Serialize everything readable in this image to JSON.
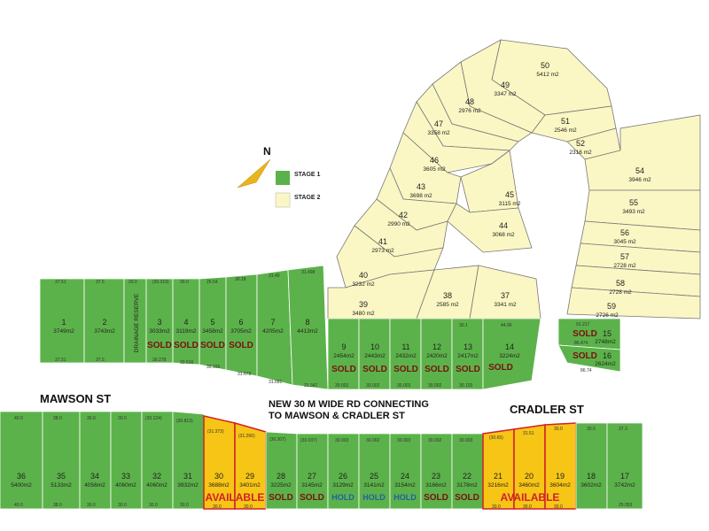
{
  "colors": {
    "stage1": "#5cb24a",
    "stage2": "#fbf7c4",
    "available": "#f7c515",
    "outline": "#666666",
    "available_outline": "#d0202a",
    "sold": "#7a1010",
    "hold": "#1f5fa8"
  },
  "streets": {
    "mawson": "MAWSON ST",
    "cradler": "CRADLER ST",
    "road_line1": "NEW 30 M WIDE RD CONNECTING",
    "road_line2": "TO MAWSON & CRADLER ST"
  },
  "legend": {
    "north": "N",
    "stage1": "STAGE 1",
    "stage2": "STAGE 2"
  },
  "labels": {
    "drainage": "DRAINAGE RESERVE",
    "sold": "SOLD",
    "hold": "HOLD",
    "available": "AVAILABLE"
  },
  "dims": {
    "a": "37.51",
    "b": "37.5",
    "c": "20.0",
    "d": "30.0",
    "e": "26.54",
    "f": "30.18",
    "g": "31.49",
    "h": "31.498",
    "i": "30.278",
    "j": "30.616",
    "k": "32.165",
    "l": "31.673",
    "m": "31.661",
    "n": "31.347",
    "o": "30.002",
    "p": "30.003",
    "q": "30.103",
    "r": "30.1",
    "s": "44.96",
    "t": "40.0",
    "u": "38.0",
    "v": "(30.124)",
    "w": "(30.813)",
    "x": "(31.373)",
    "y": "(31.266)",
    "z": "(30.307)",
    "aa": "(30.037)",
    "ab": "30.003",
    "ac": "30.002",
    "ad": "(30.65)",
    "ae": "31.51",
    "af": "37.3",
    "ag": "25.053",
    "ah": "(30.319)",
    "ai": "86.474",
    "aj": "86.74",
    "ak": "91.217"
  },
  "lots_top": [
    {
      "num": "1",
      "area": "3749m2",
      "status": ""
    },
    {
      "num": "2",
      "area": "3743m2",
      "status": ""
    },
    {
      "num": "3",
      "area": "3033m2",
      "status": "SOLD"
    },
    {
      "num": "4",
      "area": "3119m2",
      "status": "SOLD"
    },
    {
      "num": "5",
      "area": "3458m2",
      "status": "SOLD"
    },
    {
      "num": "6",
      "area": "3705m2",
      "status": "SOLD"
    },
    {
      "num": "7",
      "area": "4205m2",
      "status": ""
    },
    {
      "num": "8",
      "area": "4413m2",
      "status": ""
    },
    {
      "num": "9",
      "area": "2454m2",
      "status": "SOLD"
    },
    {
      "num": "10",
      "area": "2443m2",
      "status": "SOLD"
    },
    {
      "num": "11",
      "area": "2432m2",
      "status": "SOLD"
    },
    {
      "num": "12",
      "area": "2420m2",
      "status": "SOLD"
    },
    {
      "num": "13",
      "area": "2417m2",
      "status": "SOLD"
    },
    {
      "num": "14",
      "area": "3224m2",
      "status": "SOLD"
    },
    {
      "num": "15",
      "area": "2748m2",
      "status": "SOLD"
    },
    {
      "num": "16",
      "area": "2624m2",
      "status": "SOLD"
    }
  ],
  "lots_stage2": [
    {
      "num": "37",
      "area": "3341 m2"
    },
    {
      "num": "38",
      "area": "2585 m2"
    },
    {
      "num": "39",
      "area": "3480 m2"
    },
    {
      "num": "40",
      "area": "3232 m2"
    },
    {
      "num": "41",
      "area": "2973 m2"
    },
    {
      "num": "42",
      "area": "2990 m2"
    },
    {
      "num": "43",
      "area": "3698 m2"
    },
    {
      "num": "44",
      "area": "3068 m2"
    },
    {
      "num": "45",
      "area": "3115 m2"
    },
    {
      "num": "46",
      "area": "3605 m2"
    },
    {
      "num": "47",
      "area": "3358 m2"
    },
    {
      "num": "48",
      "area": "2976 m2"
    },
    {
      "num": "49",
      "area": "3347 m2"
    },
    {
      "num": "50",
      "area": "5412 m2"
    },
    {
      "num": "51",
      "area": "2546 m2"
    },
    {
      "num": "52",
      "area": "2316 m2"
    },
    {
      "num": "54",
      "area": "3946 m2"
    },
    {
      "num": "55",
      "area": "3493 m2"
    },
    {
      "num": "56",
      "area": "3045 m2"
    },
    {
      "num": "57",
      "area": "2728 m2"
    },
    {
      "num": "58",
      "area": "2728 m2"
    },
    {
      "num": "59",
      "area": "2726 m2"
    }
  ],
  "lots_bottom": [
    {
      "num": "36",
      "area": "5400m2",
      "status": ""
    },
    {
      "num": "35",
      "area": "5133m2",
      "status": ""
    },
    {
      "num": "34",
      "area": "4056m2",
      "status": ""
    },
    {
      "num": "33",
      "area": "4060m2",
      "status": ""
    },
    {
      "num": "32",
      "area": "4060m2",
      "status": ""
    },
    {
      "num": "31",
      "area": "3932m2",
      "status": ""
    },
    {
      "num": "30",
      "area": "3688m2",
      "status": "AVAILABLE"
    },
    {
      "num": "29",
      "area": "3401m2",
      "status": "AVAILABLE"
    },
    {
      "num": "28",
      "area": "3225m2",
      "status": "SOLD"
    },
    {
      "num": "27",
      "area": "3145m2",
      "status": "SOLD"
    },
    {
      "num": "26",
      "area": "3129m2",
      "status": "HOLD"
    },
    {
      "num": "25",
      "area": "3141m2",
      "status": "HOLD"
    },
    {
      "num": "24",
      "area": "3154m2",
      "status": "HOLD"
    },
    {
      "num": "23",
      "area": "3166m2",
      "status": "SOLD"
    },
    {
      "num": "22",
      "area": "3178m2",
      "status": "SOLD"
    },
    {
      "num": "21",
      "area": "3216m2",
      "status": "AVAILABLE"
    },
    {
      "num": "20",
      "area": "3460m2",
      "status": "AVAILABLE"
    },
    {
      "num": "19",
      "area": "3604m2",
      "status": "AVAILABLE"
    },
    {
      "num": "18",
      "area": "3602m2",
      "status": ""
    },
    {
      "num": "17",
      "area": "3742m2",
      "status": ""
    }
  ]
}
